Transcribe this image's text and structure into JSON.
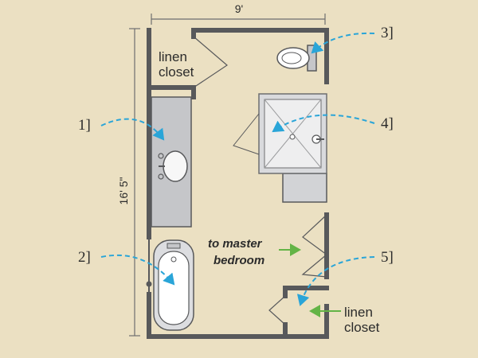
{
  "dimensions": {
    "width": "9'",
    "height": "16' 5\""
  },
  "labels": {
    "linen_top_line1": "linen",
    "linen_top_line2": "closet",
    "to_master_line1": "to master",
    "to_master_line2": "bedroom",
    "linen_bottom_line1": "linen",
    "linen_bottom_line2": "closet"
  },
  "callouts": [
    "1]",
    "2]",
    "3]",
    "4]",
    "5]"
  ],
  "colors": {
    "background": "#ebe0c2",
    "wall": "#58595b",
    "fixture_fill": "#c5c6c9",
    "arrow_blue": "#2aa5d8",
    "arrow_green": "#63b446"
  }
}
